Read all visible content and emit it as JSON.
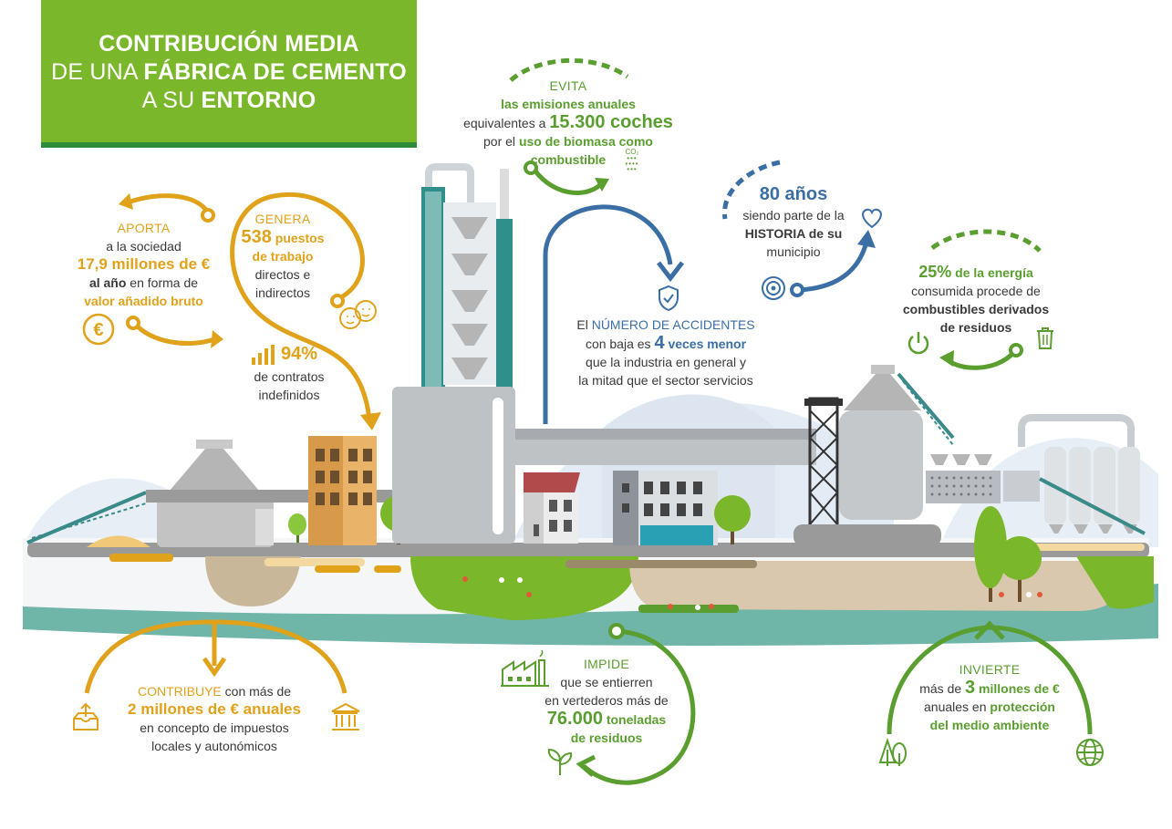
{
  "title": {
    "line1": "CONTRIBUCIÓN MEDIA",
    "line2_a": "DE UNA ",
    "line2_b": "FÁBRICA DE CEMENTO",
    "line3_a": "A  SU ",
    "line3_b": "ENTORNO"
  },
  "colors": {
    "green": "#7ab72b",
    "dark_green": "#2e8b3a",
    "orange": "#e0a21a",
    "blue": "#3a6ea5",
    "teal": "#2f8f8a"
  },
  "aporta": {
    "heading": "APORTA",
    "l1": "a la sociedad",
    "l2": "17,9 millones de €",
    "l3a": "al año",
    "l3b": " en forma de",
    "l4": "valor añadido bruto",
    "icon": "euro-icon"
  },
  "genera": {
    "heading": "GENERA",
    "l1a": "538",
    "l1b": " puestos",
    "l2": "de trabajo",
    "l3": "directos e",
    "l4": "indirectos",
    "icon": "people-icon"
  },
  "contratos": {
    "value": "94%",
    "l1": "de contratos",
    "l2": "indefinidos",
    "icon": "bar-chart-icon"
  },
  "evita": {
    "heading": "EVITA",
    "l1": "las emisiones anuales",
    "l2a": "equivalentes a ",
    "l2b": "15.300 coches",
    "l3a": "por el ",
    "l3b": "uso de biomasa como",
    "l4": "combustible",
    "icon_label": "CO₂"
  },
  "accidentes": {
    "l1a": "El ",
    "l1b": "NÚMERO DE ACCIDENTES",
    "l2a": "con baja es ",
    "l2b": "4",
    "l2c": " veces menor",
    "l3": "que la industria en general y",
    "l4": "la mitad que el sector servicios",
    "icon": "shield-check-icon"
  },
  "historia": {
    "l1": "80 años",
    "l2": "siendo parte de la",
    "l3": "HISTORIA de su",
    "l4": "municipio",
    "icon": "heart-icon"
  },
  "energia": {
    "l1a": "25%",
    "l1b": " de la energía",
    "l2": "consumida procede de",
    "l3": "combustibles derivados",
    "l4": "de residuos",
    "icons": [
      "power-icon",
      "trash-icon"
    ]
  },
  "contribuye": {
    "l1a": "CONTRIBUYE",
    "l1b": " con más de",
    "l2": "2 millones de € anuales",
    "l3": "en concepto de impuestos",
    "l4": "locales y autonómicos",
    "icons": [
      "inbox-upload-icon",
      "bank-icon"
    ]
  },
  "impide": {
    "heading": "IMPIDE",
    "l1": "que se entierren",
    "l2": "en vertederos más de",
    "l3a": "76.000",
    "l3b": " toneladas",
    "l4": "de residuos",
    "icons": [
      "factory-icon",
      "sprout-icon"
    ]
  },
  "invierte": {
    "heading": "INVIERTE",
    "l1a": "más de ",
    "l1b": "3",
    "l1c": " millones de €",
    "l2a": "anuales en ",
    "l2b": "protección",
    "l3": "del medio ambiente",
    "icons": [
      "trees-icon",
      "globe-icon"
    ]
  }
}
